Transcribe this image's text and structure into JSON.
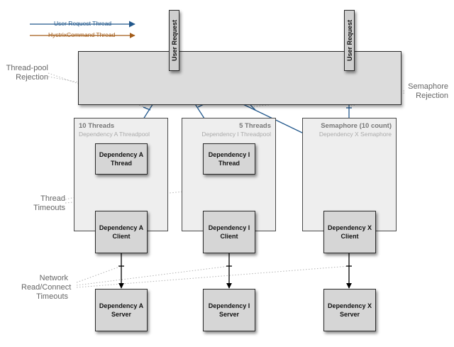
{
  "legend": {
    "user_request": "User Request Thread",
    "hystrix_command": "HystrixCommand Thread"
  },
  "colors": {
    "user_request": "#22588c",
    "hystrix_command": "#a35c19",
    "network": "#000000",
    "dotted": "#b4b4b4"
  },
  "user_request_labels": [
    "User Request",
    "User Request"
  ],
  "annotations": {
    "threadpool_rejection": [
      "Thread-pool",
      "Rejection"
    ],
    "semaphore_rejection": [
      "Semaphore",
      "Rejection"
    ],
    "thread_timeouts": [
      "Thread",
      "Timeouts"
    ],
    "network_timeouts": [
      "Network",
      "Read/Connect",
      "Timeouts"
    ]
  },
  "pools": [
    {
      "title": "10 Threads",
      "subtitle": "Dependency A Threadpool"
    },
    {
      "title": "5 Threads",
      "subtitle": "Dependency I Threadpool"
    },
    {
      "title": "Semaphore (10 count)",
      "subtitle": "Dependency X Semaphore"
    }
  ],
  "threads": [
    [
      "Dependency A",
      "Thread"
    ],
    [
      "Dependency I",
      "Thread"
    ]
  ],
  "clients": [
    [
      "Dependency A",
      "Client"
    ],
    [
      "Dependency I",
      "Client"
    ],
    [
      "Dependency X",
      "Client"
    ]
  ],
  "servers": [
    [
      "Dependency A",
      "Server"
    ],
    [
      "Dependency I",
      "Server"
    ],
    [
      "Dependency X",
      "Server"
    ]
  ]
}
